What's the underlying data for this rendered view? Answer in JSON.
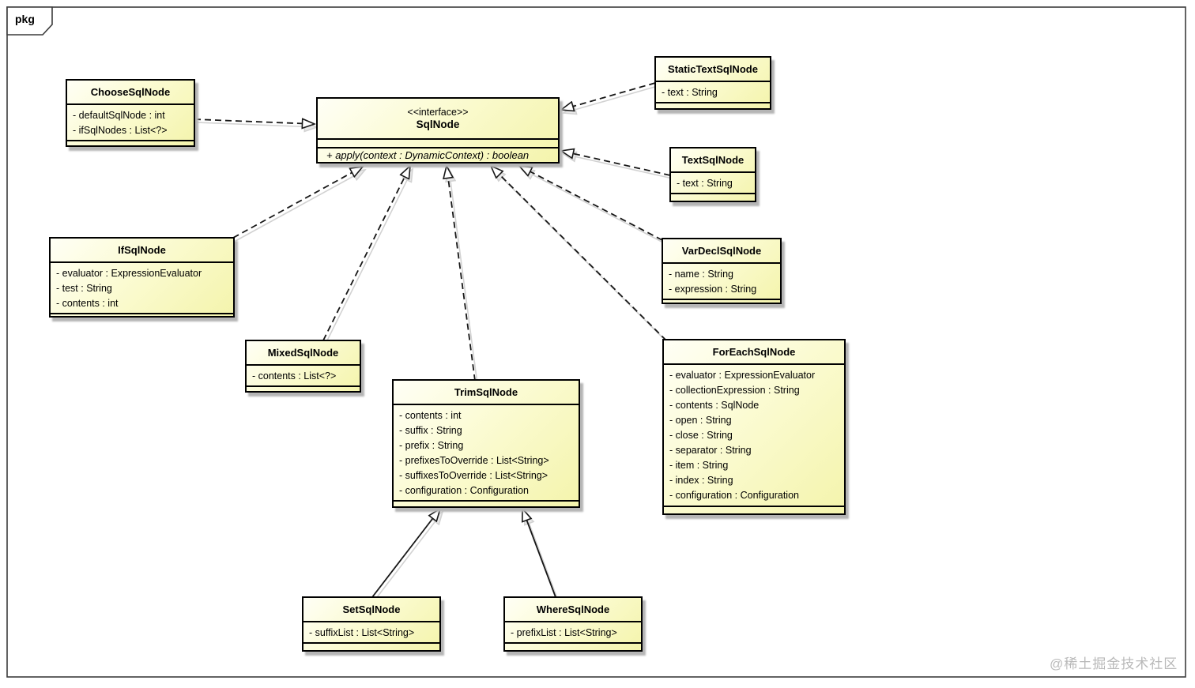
{
  "frame": {
    "tab_label": "pkg"
  },
  "watermark": "@稀土掘金技术社区",
  "colors": {
    "box_fill_top": "#fffff6",
    "box_fill_bottom": "#f4f4ac",
    "box_border": "#000000",
    "box_shadow": "#b5b5b5",
    "edge_line": "#161616",
    "edge_shadow": "#d2d2d2",
    "watermark_gray": "#b9b9b9"
  },
  "interface": {
    "stereotype": "<<interface>>",
    "name": "SqlNode",
    "operations": [
      "+ apply(context : DynamicContext) : boolean"
    ]
  },
  "classes": [
    {
      "name": "ChooseSqlNode",
      "attributes": [
        "- defaultSqlNode : int",
        "- ifSqlNodes : List<?>"
      ]
    },
    {
      "name": "StaticTextSqlNode",
      "attributes": [
        "- text : String"
      ]
    },
    {
      "name": "TextSqlNode",
      "attributes": [
        "- text : String"
      ]
    },
    {
      "name": "IfSqlNode",
      "attributes": [
        "- evaluator : ExpressionEvaluator",
        "- test : String",
        "- contents : int"
      ]
    },
    {
      "name": "VarDeclSqlNode",
      "attributes": [
        "- name : String",
        "- expression : String"
      ]
    },
    {
      "name": "MixedSqlNode",
      "attributes": [
        "- contents : List<?>"
      ]
    },
    {
      "name": "TrimSqlNode",
      "attributes": [
        "- contents : int",
        "- suffix : String",
        "- prefix : String",
        "- prefixesToOverride : List<String>",
        "- suffixesToOverride : List<String>",
        "- configuration : Configuration"
      ]
    },
    {
      "name": "ForEachSqlNode",
      "attributes": [
        "- evaluator : ExpressionEvaluator",
        "- collectionExpression : String",
        "- contents : SqlNode",
        "- open : String",
        "- close : String",
        "- separator : String",
        "- item : String",
        "- index : String",
        "- configuration : Configuration"
      ]
    },
    {
      "name": "SetSqlNode",
      "attributes": [
        "- suffixList : List<String>"
      ]
    },
    {
      "name": "WhereSqlNode",
      "attributes": [
        "- prefixList : List<String>"
      ]
    }
  ],
  "relations": [
    {
      "from": "ChooseSqlNode",
      "to": "SqlNode",
      "type": "realization"
    },
    {
      "from": "StaticTextSqlNode",
      "to": "SqlNode",
      "type": "realization"
    },
    {
      "from": "TextSqlNode",
      "to": "SqlNode",
      "type": "realization"
    },
    {
      "from": "IfSqlNode",
      "to": "SqlNode",
      "type": "realization"
    },
    {
      "from": "VarDeclSqlNode",
      "to": "SqlNode",
      "type": "realization"
    },
    {
      "from": "MixedSqlNode",
      "to": "SqlNode",
      "type": "realization"
    },
    {
      "from": "TrimSqlNode",
      "to": "SqlNode",
      "type": "realization"
    },
    {
      "from": "ForEachSqlNode",
      "to": "SqlNode",
      "type": "realization"
    },
    {
      "from": "SetSqlNode",
      "to": "TrimSqlNode",
      "type": "generalization"
    },
    {
      "from": "WhereSqlNode",
      "to": "TrimSqlNode",
      "type": "generalization"
    }
  ]
}
